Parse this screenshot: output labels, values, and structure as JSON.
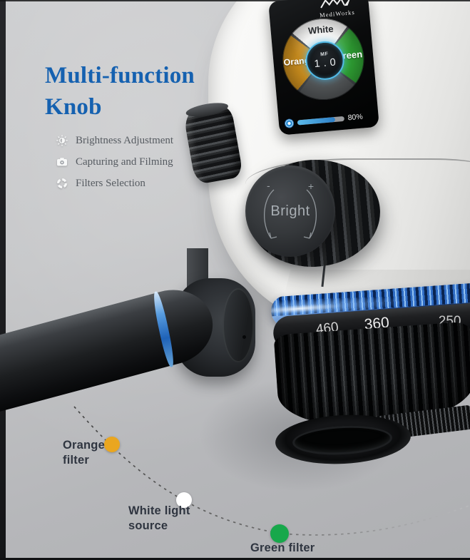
{
  "logo": {
    "brand": "MediWorks"
  },
  "heading": {
    "line1": "Multi-function",
    "line2": "Knob"
  },
  "features": [
    {
      "icon": "brightness-icon",
      "label": "Brightness Adjustment"
    },
    {
      "icon": "camera-icon",
      "label": "Capturing and Filming"
    },
    {
      "icon": "filter-icon",
      "label": "Filters Selection"
    }
  ],
  "screen": {
    "wheel": {
      "top": "White",
      "left": "Orange",
      "right": "Green",
      "center_small": "MF",
      "center_value": "1 . 0"
    },
    "brightness_value": "80%",
    "brightness_fill": "80%"
  },
  "knob": {
    "label": "Bright",
    "minus": "-",
    "plus": "+"
  },
  "lens_scale": [
    "460",
    "360",
    "250"
  ],
  "callouts": [
    {
      "label": "Orange filter",
      "color": "#eaa61f"
    },
    {
      "label": "White light source",
      "color": "#ffffff"
    },
    {
      "label": "Green filter",
      "color": "#17a84b"
    }
  ],
  "colors": {
    "title_blue": "#1561b0",
    "wheel_orange": "#c4891d",
    "wheel_green": "#2f9e33",
    "wheel_white": "#f0f0ef",
    "hub_ring_blue": "#52bbe8",
    "lens_ring_blue": "#2f6cc4",
    "progress_blue": "#2d7fc6"
  }
}
